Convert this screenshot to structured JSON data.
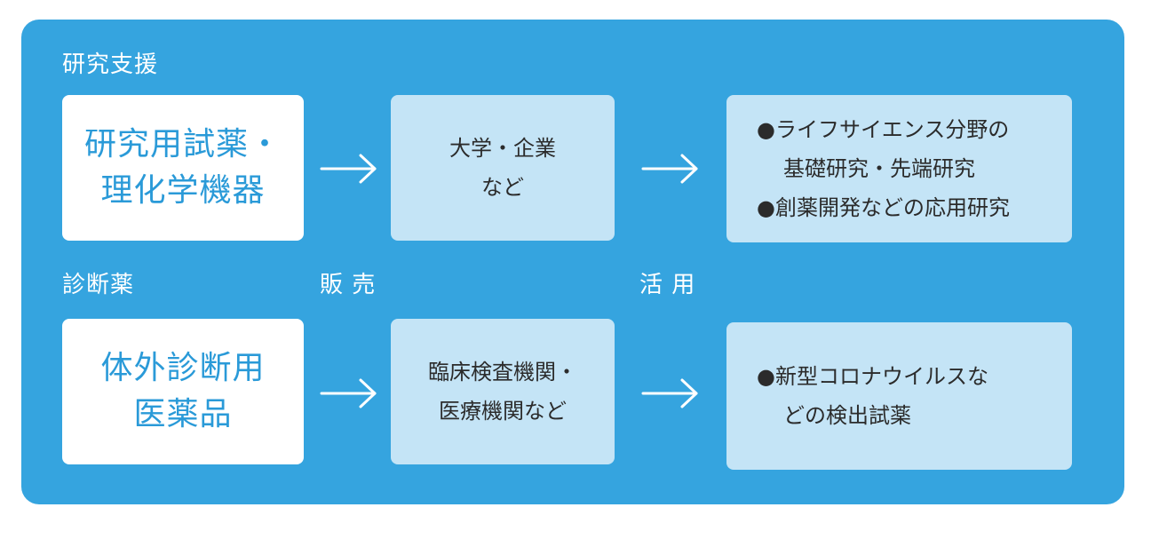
{
  "colors": {
    "panel": "#35a4df",
    "source_box": "#ffffff",
    "source_text": "#2a9ad8",
    "target_box": "#c4e4f6",
    "target_text": "#2b2b2b",
    "arrow": "#ffffff"
  },
  "top_row": {
    "section_label": "研究支援",
    "product": [
      "研究用試薬・",
      "理化学機器"
    ],
    "customer": [
      "大学・企業",
      "など"
    ],
    "usage": [
      "●ライフサイエンス分野の",
      "基礎研究・先端研究",
      "●創薬開発などの応用研究"
    ]
  },
  "bottom_row": {
    "section_label": "診断薬",
    "product": [
      "体外診断用",
      "医薬品"
    ],
    "customer": [
      "臨床検査機関・",
      "医療機関など"
    ],
    "usage": [
      "●新型コロナウイルスな",
      "どの検出試薬"
    ]
  },
  "flow_labels": {
    "sales": "販 売",
    "utilization": "活 用"
  },
  "icons": {
    "arrow": "right-arrow-icon"
  }
}
